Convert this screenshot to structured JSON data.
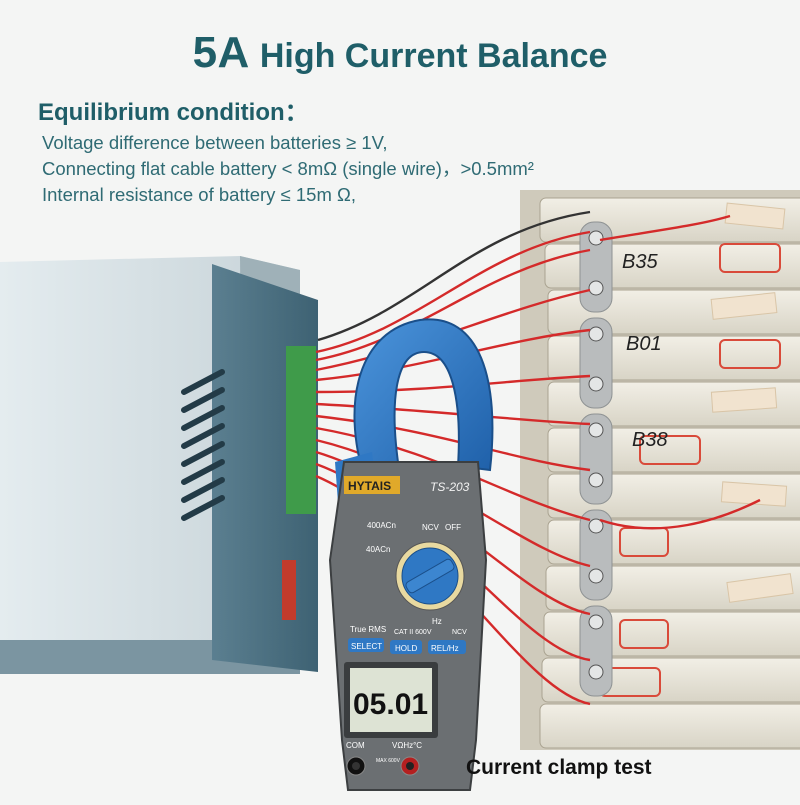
{
  "header": {
    "title_big": "5A",
    "title_rest": "High Current Balance"
  },
  "conditions": {
    "heading": "Equilibrium condition：",
    "items": [
      "Voltage difference between batteries ≥ 1V,",
      "Connecting flat cable battery < 8mΩ (single wire)，>0.5mm²",
      "Internal resistance of battery ≤ 15m Ω,"
    ]
  },
  "meter": {
    "brand": "HYTAIS",
    "model": "TS-203",
    "reading": "05.01",
    "range_400": "400ACn",
    "range_40": "40ACn",
    "ncv": "NCV",
    "off": "OFF",
    "hz": "Hz",
    "true_rms": "True RMS",
    "cat": "CAT II 600V",
    "select": "SELECT",
    "hold": "HOLD",
    "rel": "REL/Hz",
    "com": "COM",
    "terminal": "VΩHz°C",
    "max": "MAX 600V"
  },
  "cell_labels": [
    "B35",
    "B01",
    "B38"
  ],
  "caption": "Current clamp test",
  "colors": {
    "title": "#1f5e68",
    "text": "#2f6b74",
    "clamp": "#2f78c4",
    "meter_body": "#6b6f72",
    "wire": "#d42a2a",
    "lcd": "#dde3d4"
  }
}
